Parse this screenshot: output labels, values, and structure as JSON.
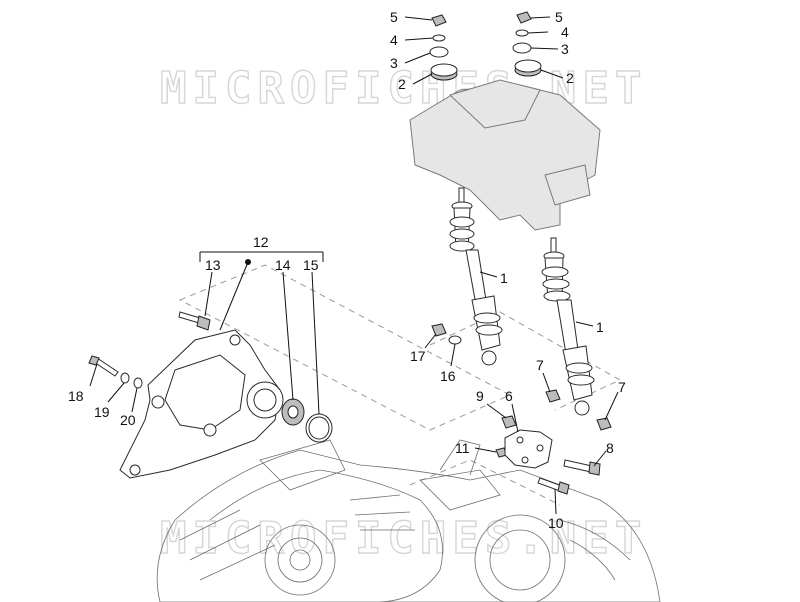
{
  "watermark": "MICROFICHES.NET",
  "callouts": [
    {
      "id": "5a",
      "text": "5"
    },
    {
      "id": "4a",
      "text": "4"
    },
    {
      "id": "3a",
      "text": "3"
    },
    {
      "id": "2a",
      "text": "2"
    },
    {
      "id": "5b",
      "text": "5"
    },
    {
      "id": "4b",
      "text": "4"
    },
    {
      "id": "3b",
      "text": "3"
    },
    {
      "id": "2b",
      "text": "2"
    },
    {
      "id": "1a",
      "text": "1"
    },
    {
      "id": "1b",
      "text": "1"
    },
    {
      "id": "12",
      "text": "12"
    },
    {
      "id": "13",
      "text": "13"
    },
    {
      "id": "14",
      "text": "14"
    },
    {
      "id": "15",
      "text": "15"
    },
    {
      "id": "16",
      "text": "16"
    },
    {
      "id": "17",
      "text": "17"
    },
    {
      "id": "18",
      "text": "18"
    },
    {
      "id": "19",
      "text": "19"
    },
    {
      "id": "20",
      "text": "20"
    },
    {
      "id": "7a",
      "text": "7"
    },
    {
      "id": "7b",
      "text": "7"
    },
    {
      "id": "9",
      "text": "9"
    },
    {
      "id": "6",
      "text": "6"
    },
    {
      "id": "11",
      "text": "11"
    },
    {
      "id": "8",
      "text": "8"
    },
    {
      "id": "10",
      "text": "10"
    }
  ]
}
